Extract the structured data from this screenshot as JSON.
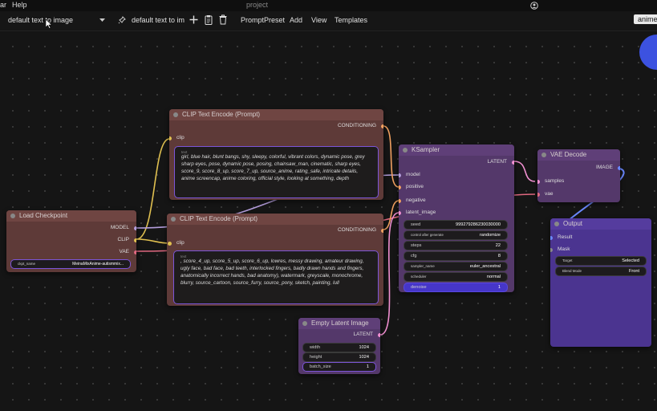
{
  "menu": {
    "partial_left": "ar",
    "help": "Help",
    "center_title": "project"
  },
  "toolbar": {
    "workflow_select": "default text to image",
    "workflow_tab": "default text to im",
    "prompt_preset": "PromptPreset",
    "add": "Add",
    "view": "View",
    "templates": "Templates",
    "right_tab": "anime"
  },
  "icons": {
    "user": "user-circle-icon",
    "dropdown": "chevron-down-icon",
    "pin": "pin-icon",
    "plus": "plus-icon",
    "clipboard": "clipboard-icon",
    "trash": "trash-icon"
  },
  "colors": {
    "node_brown": "#5e3a38",
    "node_purple": "#54386a",
    "output_purple": "#4b3490",
    "link_clip": "#e0c050",
    "link_model": "#b39ddb",
    "link_vae": "#e06880",
    "link_cond": "#f0a060",
    "link_latent": "#f08fd0",
    "link_image": "#6a88ff",
    "accent": "#7b55d8"
  },
  "nodes": {
    "clip_pos": {
      "title": "CLIP Text Encode (Prompt)",
      "input_clip": "clip",
      "output": "CONDITIONING",
      "hint": "text",
      "text": "girl, blue hair, blunt bangs, shy, sleepy, colorful, vibrant colors, dynamic pose, grey sharp eyes, pose, dynamic pose, posing, chainsaw_man, cinematic, sharp eyes, score_9, score_8_up, score_7_up, source_anime, rating_safe, intricate details, anime screencap, anime coloring, official style, looking at something, depth"
    },
    "clip_neg": {
      "title": "CLIP Text Encode (Prompt)",
      "input_clip": "clip",
      "output": "CONDITIONING",
      "hint": "text",
      "text": ", score_4_up, score_5_up, score_6_up, lowres, messy drawing, amateur drawing, ugly face, bad face, bad teeth, interlocked fingers, badly drawn hands and fingers, anatomically incorrect hands, bad anatomy), watermark, greyscale, monochrome, blurry, source_cartoon, source_furry, source_pony, sketch, painting, lull"
    },
    "checkpoint": {
      "title": "Load Checkpoint",
      "out_model": "MODEL",
      "out_clip": "CLIP",
      "out_vae": "VAE",
      "ckpt_label": "ckpt_name",
      "ckpt_value": "MeinaMixAnime-autismmix..."
    },
    "ksampler": {
      "title": "KSampler",
      "in_model": "model",
      "in_positive": "positive",
      "in_negative": "negative",
      "in_latent": "latent_image",
      "output": "LATENT",
      "widgets": [
        {
          "label": "seed",
          "value": "999279286230030000"
        },
        {
          "label": "control after generate",
          "value": "randomize"
        },
        {
          "label": "steps",
          "value": "22"
        },
        {
          "label": "cfg",
          "value": "8"
        },
        {
          "label": "sampler_name",
          "value": "euler_ancestral"
        },
        {
          "label": "scheduler",
          "value": "normal"
        },
        {
          "label": "denoise",
          "value": "1"
        }
      ]
    },
    "latent": {
      "title": "Empty Latent Image",
      "output": "LATENT",
      "widgets": [
        {
          "label": "width",
          "value": "1024"
        },
        {
          "label": "height",
          "value": "1024"
        },
        {
          "label": "batch_size",
          "value": "1"
        }
      ]
    },
    "vae": {
      "title": "VAE Decode",
      "in_samples": "samples",
      "in_vae": "vae",
      "output": "IMAGE"
    },
    "output": {
      "title": "Output",
      "in_result": "Result",
      "in_mask": "Mask",
      "widgets": [
        {
          "label": "Target",
          "value": "Selected"
        },
        {
          "label": "Blend Mode",
          "value": "Front"
        }
      ]
    }
  }
}
